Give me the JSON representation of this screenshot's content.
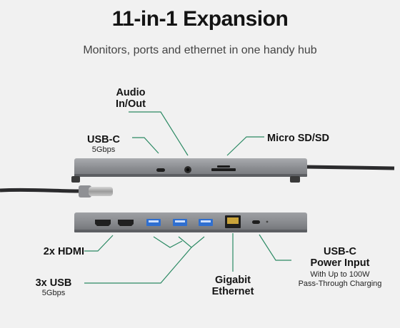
{
  "header": {
    "title": "11-in-1 Expansion",
    "subtitle": "Monitors, ports and ethernet in one handy hub"
  },
  "labels": {
    "audio_line1": "Audio",
    "audio_line2": "In/Out",
    "usbc_top": "USB-C",
    "usbc_top_speed": "5Gbps",
    "microsd": "Micro SD/SD",
    "hdmi": "2x HDMI",
    "usb3x": "3x USB",
    "usb3x_speed": "5Gbps",
    "ethernet_line1": "Gigabit",
    "ethernet_line2": "Ethernet",
    "power_line1": "USB-C",
    "power_line2": "Power Input",
    "power_desc1": "With Up to 100W",
    "power_desc2": "Pass-Through Charging"
  },
  "colors": {
    "background": "#f1f1f1",
    "hub_body": "#8a8c90",
    "usb_blue": "#2f6fd0",
    "leader_line": "#2c8a64"
  }
}
